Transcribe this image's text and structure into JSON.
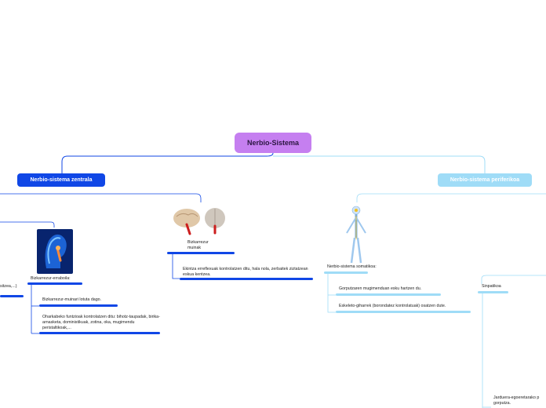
{
  "root": {
    "label": "Nerbio-Sistema"
  },
  "central": {
    "label": "Nerbio-sistema zentrala",
    "cut_left_text": "sitzea,...)",
    "bizkarrezur_erraboila": {
      "label": "Bizkarrezur-erraboila:",
      "items": [
        "Bizkarrezur-muinari lotuta dago.",
        "Oharkabeko funtzioak kontrolatzen ditu: bihotz-taupadak, birika-arnasketa, doministikuak, zotina, oka, mugimendu peristaltikoak,..."
      ]
    },
    "bizkarrezur_muinak": {
      "label": "Bizkarrezur muinak",
      "items": [
        "Ekintza erreflexuak kontrolatzen ditu, hala nola, zerbaitek ziztatzean eskua kentzea."
      ]
    }
  },
  "peripheral": {
    "label": "Nerbio-sistema periferikoa",
    "somatikoa": {
      "label": "Nerbio-sistema somatikoa:",
      "items": [
        "Gorputzaren mugimenduan esku hartzen du.",
        "Eskeleto-giharrek (borondatez kontrolatuak) osatzen dute."
      ]
    },
    "sinpatikoa": {
      "label": "Sinpatikoa",
      "items": [
        "Jarduera-egoeretarako p gorputza."
      ]
    }
  },
  "colors": {
    "root": "#c57ff0",
    "central": "#1047e6",
    "peripheral": "#9fdcf7"
  }
}
